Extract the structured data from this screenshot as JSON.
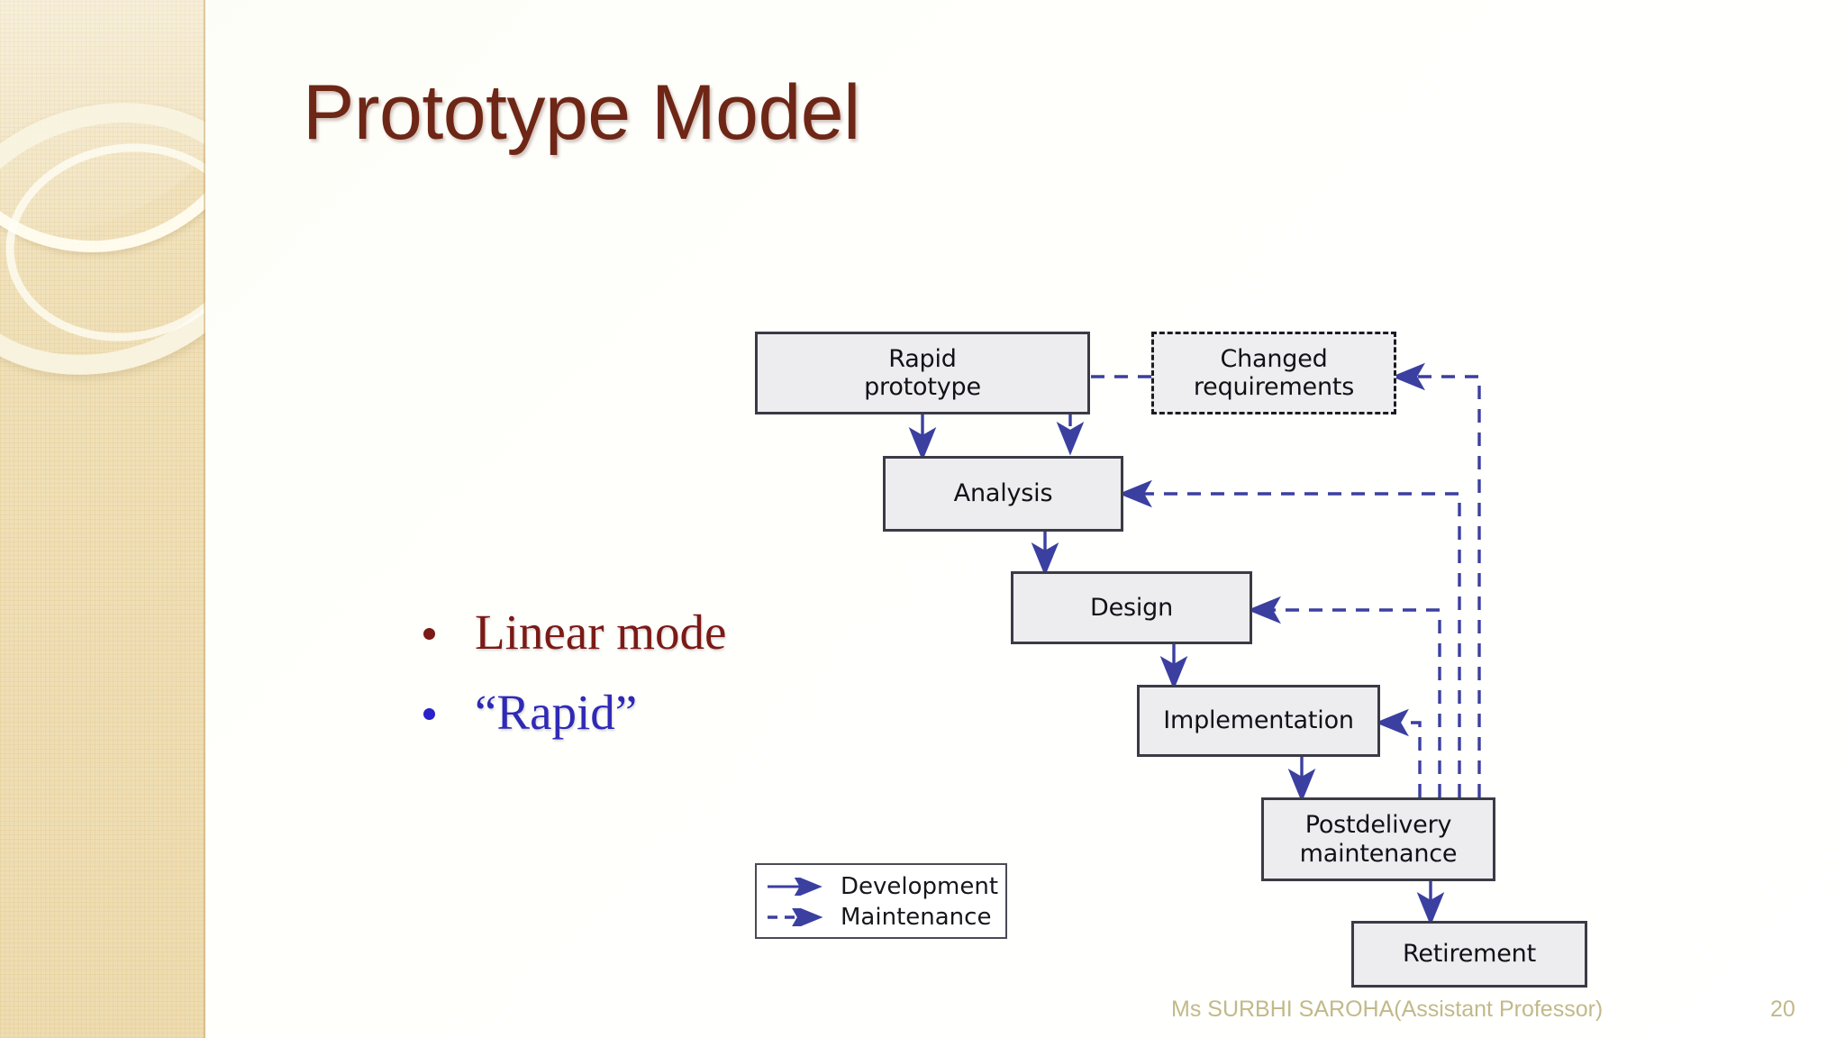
{
  "slide": {
    "title": "Prototype Model",
    "title_color": "#6e2616",
    "background_color": "#fffffc"
  },
  "sidebar": {
    "decor_name": "cream-rings-decoration",
    "base_color": "#efdeb4",
    "ring_color": "#fffdf0"
  },
  "bullets": [
    {
      "text": "Linear mode",
      "color": "#7b1a16",
      "marker": "bullet-dot"
    },
    {
      "text": "“Rapid”",
      "color": "#2f2ab5",
      "marker": "bullet-dot"
    }
  ],
  "diagram": {
    "name": "prototype-model-lifecycle-diagram",
    "box_fill": "#ededf0",
    "box_border": "#3b3b46",
    "development_arrow_color": "#3b3fa0",
    "maintenance_arrow_color": "#3b3fa0",
    "nodes": [
      {
        "id": "rapid-prototype",
        "label": "Rapid\nprototype",
        "line1": "Rapid",
        "line2": "prototype",
        "style": "solid"
      },
      {
        "id": "changed-requirements",
        "label": "Changed\nrequirements",
        "line1": "Changed",
        "line2": "requirements",
        "style": "dashed"
      },
      {
        "id": "analysis",
        "label": "Analysis",
        "line1": "Analysis",
        "line2": "",
        "style": "solid"
      },
      {
        "id": "design",
        "label": "Design",
        "line1": "Design",
        "line2": "",
        "style": "solid"
      },
      {
        "id": "implementation",
        "label": "Implementation",
        "line1": "Implementation",
        "line2": "",
        "style": "solid"
      },
      {
        "id": "postdelivery-maintenance",
        "label": "Postdelivery\nmaintenance",
        "line1": "Postdelivery",
        "line2": "maintenance",
        "style": "solid"
      },
      {
        "id": "retirement",
        "label": "Retirement",
        "line1": "Retirement",
        "line2": "",
        "style": "solid"
      }
    ],
    "edges": [
      {
        "from": "rapid-prototype",
        "to": "analysis",
        "kind": "development"
      },
      {
        "from": "analysis",
        "to": "design",
        "kind": "development"
      },
      {
        "from": "design",
        "to": "implementation",
        "kind": "development"
      },
      {
        "from": "implementation",
        "to": "postdelivery-maintenance",
        "kind": "development"
      },
      {
        "from": "postdelivery-maintenance",
        "to": "retirement",
        "kind": "development"
      },
      {
        "from": "changed-requirements",
        "to": "analysis",
        "kind": "maintenance"
      },
      {
        "from": "postdelivery-maintenance",
        "to": "changed-requirements",
        "kind": "maintenance"
      },
      {
        "from": "postdelivery-maintenance",
        "to": "analysis",
        "kind": "maintenance"
      },
      {
        "from": "postdelivery-maintenance",
        "to": "design",
        "kind": "maintenance"
      },
      {
        "from": "postdelivery-maintenance",
        "to": "implementation",
        "kind": "maintenance"
      }
    ],
    "legend": {
      "title": "",
      "items": [
        {
          "label": "Development",
          "style": "solid-arrow"
        },
        {
          "label": "Maintenance",
          "style": "dashed-arrow"
        }
      ]
    }
  },
  "footer": {
    "note": "Ms SURBHI SAROHA(Assistant Professor)",
    "slide_number": "20",
    "color": "#c2b98a"
  }
}
